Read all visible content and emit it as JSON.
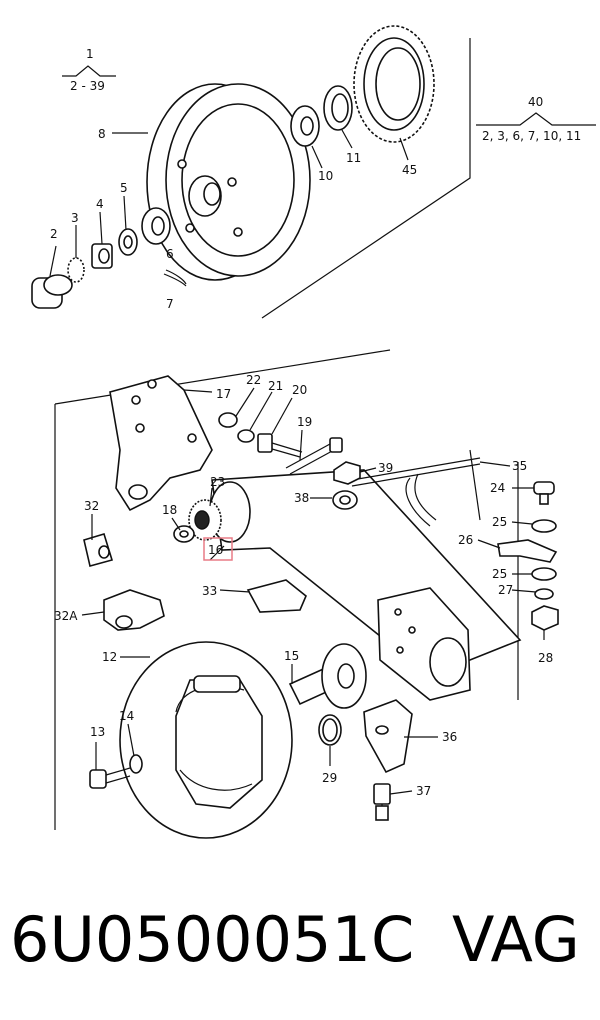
{
  "diagram": {
    "groups": [
      {
        "id": "g1",
        "number": "1",
        "range": "2 - 39"
      },
      {
        "id": "g40",
        "number": "40",
        "range": "2, 3, 6, 7, 10, 11"
      }
    ],
    "labels": {
      "p2": "2",
      "p3": "3",
      "p4": "4",
      "p5": "5",
      "p6": "6",
      "p7": "7",
      "p8": "8",
      "p10": "10",
      "p11": "11",
      "p45": "45",
      "p12": "12",
      "p13": "13",
      "p14": "14",
      "p15": "15",
      "p16": "16",
      "p17": "17",
      "p18": "18",
      "p19": "19",
      "p20": "20",
      "p21": "21",
      "p22": "22",
      "p23": "23",
      "p24": "24",
      "p25a": "25",
      "p25b": "25",
      "p26": "26",
      "p27": "27",
      "p28": "28",
      "p29": "29",
      "p32": "32",
      "p32a": "32A",
      "p33": "33",
      "p35": "35",
      "p36": "36",
      "p37": "37",
      "p38": "38",
      "p39": "39"
    },
    "highlight_label": "p16",
    "highlight_color": "#e87b86"
  },
  "caption": {
    "part_number": "6U0500051C",
    "brand": "VAG"
  }
}
